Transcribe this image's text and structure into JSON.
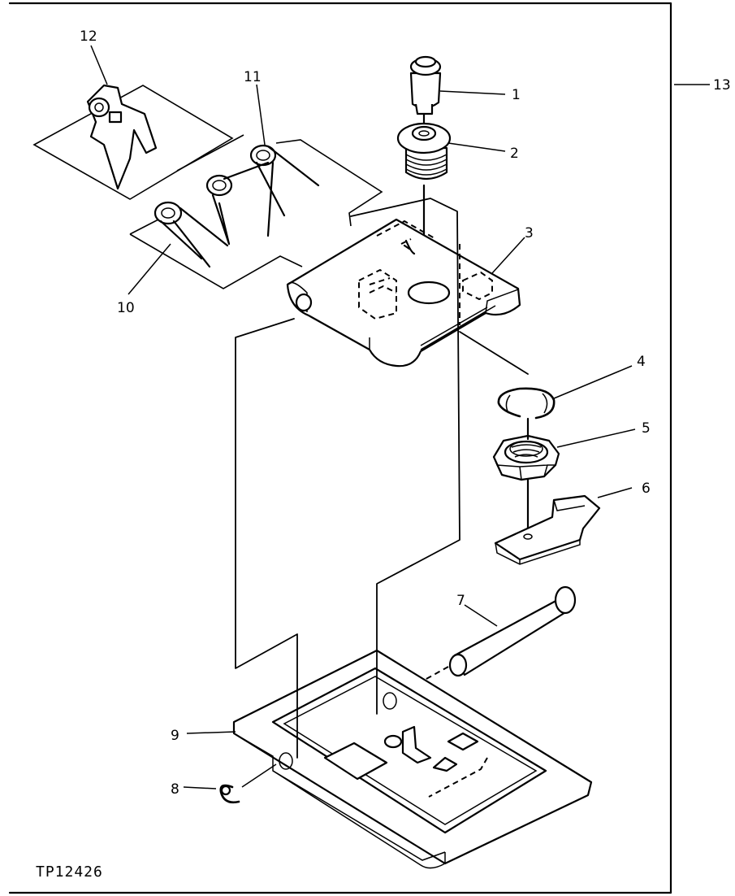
{
  "figure_code": "TP12426",
  "callouts": {
    "c1": "1",
    "c2": "2",
    "c3": "3",
    "c4": "4",
    "c5": "5",
    "c6": "6",
    "c7": "7",
    "c8": "8",
    "c9": "9",
    "c10": "10",
    "c11": "11",
    "c12": "12",
    "c13": "13"
  },
  "colors": {
    "ink": "#000000",
    "paper": "#ffffff"
  }
}
